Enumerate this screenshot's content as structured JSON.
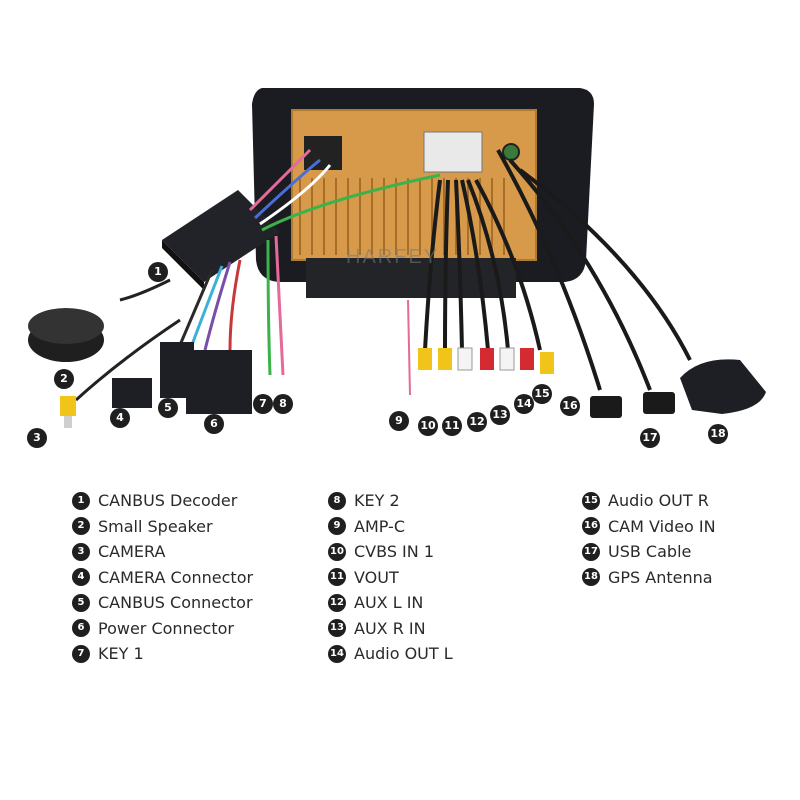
{
  "watermark": "HARFEY",
  "parts": [
    {
      "num": "1",
      "label": "CANBUS Decoder"
    },
    {
      "num": "2",
      "label": "Small Speaker"
    },
    {
      "num": "3",
      "label": "CAMERA"
    },
    {
      "num": "4",
      "label": "CAMERA Connector"
    },
    {
      "num": "5",
      "label": "CANBUS Connector"
    },
    {
      "num": "6",
      "label": "Power Connector"
    },
    {
      "num": "7",
      "label": "KEY 1"
    },
    {
      "num": "8",
      "label": "KEY 2"
    },
    {
      "num": "9",
      "label": "AMP-C"
    },
    {
      "num": "10",
      "label": "CVBS IN 1"
    },
    {
      "num": "11",
      "label": "VOUT"
    },
    {
      "num": "12",
      "label": "AUX L IN"
    },
    {
      "num": "13",
      "label": "AUX R IN"
    },
    {
      "num": "14",
      "label": "Audio OUT L"
    },
    {
      "num": "15",
      "label": "Audio OUT R"
    },
    {
      "num": "16",
      "label": "CAM Video IN"
    },
    {
      "num": "17",
      "label": "USB Cable"
    },
    {
      "num": "18",
      "label": "GPS Antenna"
    }
  ],
  "colors": {
    "board": "#d69a4a",
    "frame": "#1b1c22",
    "rca_red": "#d42a32",
    "rca_yellow": "#f0c419",
    "rca_white": "#f4f4f4",
    "badge": "#1f1f1f"
  }
}
